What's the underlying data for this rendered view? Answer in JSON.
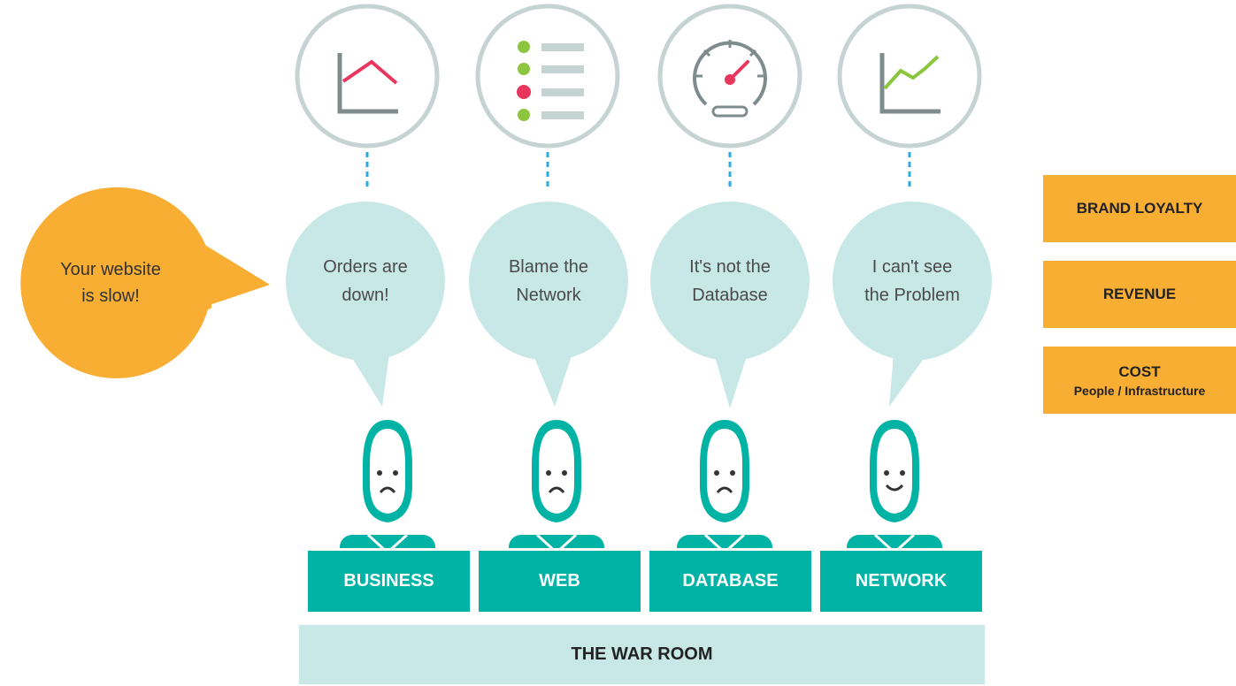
{
  "customer": {
    "text_line1": "Your website",
    "text_line2": "is slow!"
  },
  "teams": [
    {
      "speech_line1": "Orders are",
      "speech_line2": "down!",
      "label": "BUSINESS",
      "icon": "line-chart-down-icon",
      "mood": "sad"
    },
    {
      "speech_line1": "Blame the",
      "speech_line2": "Network",
      "label": "WEB",
      "icon": "status-list-icon",
      "mood": "sad"
    },
    {
      "speech_line1": "It's not the",
      "speech_line2": "Database",
      "label": "DATABASE",
      "icon": "speedometer-icon",
      "mood": "sad"
    },
    {
      "speech_line1": "I can't see",
      "speech_line2": "the Problem",
      "label": "NETWORK",
      "icon": "line-chart-up-icon",
      "mood": "happy"
    }
  ],
  "war_room": "THE WAR ROOM",
  "impacts": [
    {
      "title": "BRAND LOYALTY",
      "subtitle": ""
    },
    {
      "title": "REVENUE",
      "subtitle": ""
    },
    {
      "title": "COST",
      "subtitle": "People / Infrastructure"
    }
  ],
  "colors": {
    "teal": "#00b3a4",
    "light_teal": "#c7e8e6",
    "orange": "#f8ad33",
    "circle_gray": "#c5d3d3",
    "chart_gray": "#7f8c8d",
    "red": "#e8365d",
    "green": "#8cc63f",
    "dashed_blue": "#29abe2"
  }
}
